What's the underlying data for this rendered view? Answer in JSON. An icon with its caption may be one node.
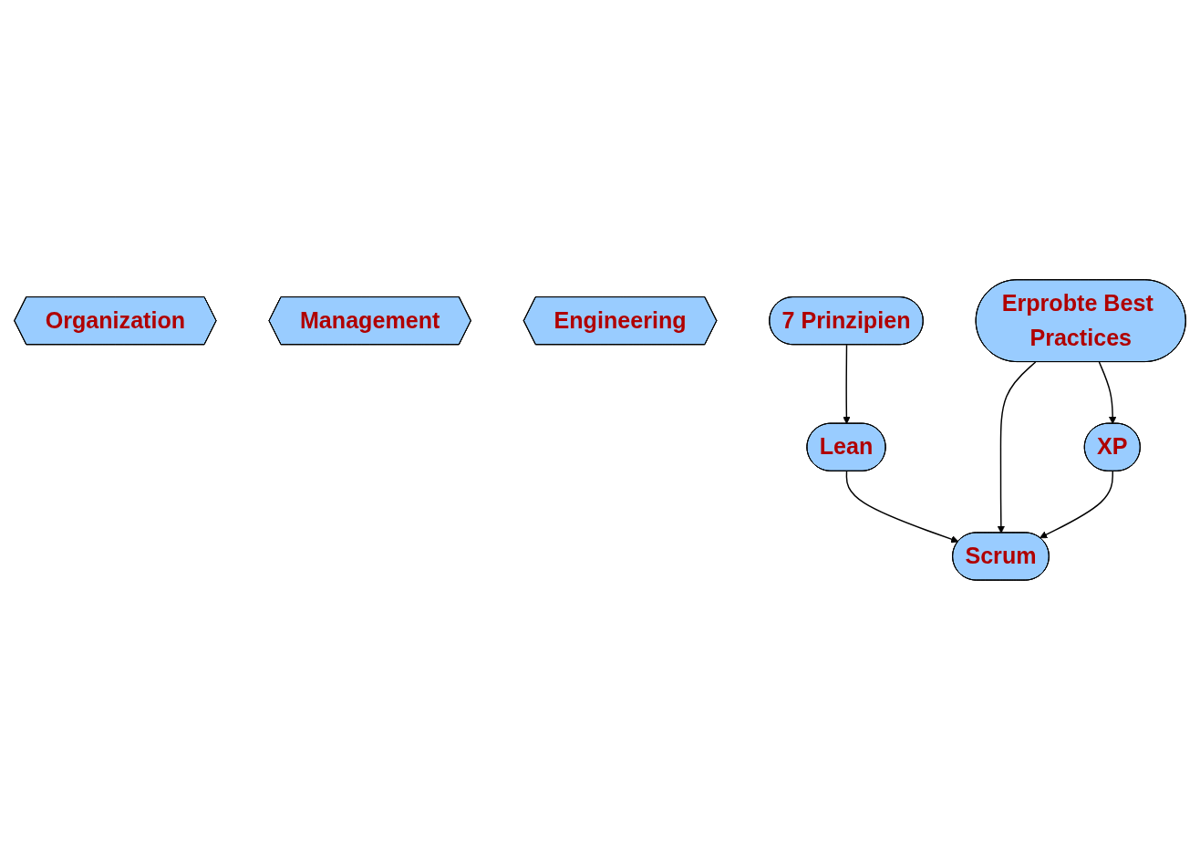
{
  "diagram": {
    "nodes": [
      {
        "text": [
          "Organization"
        ]
      },
      {
        "text": [
          "Management"
        ]
      },
      {
        "text": [
          "Engineering"
        ]
      },
      {
        "text": [
          "Lean"
        ]
      },
      {
        "text": [
          "7 Prinzipien"
        ]
      },
      {
        "text": [
          "Scrum"
        ]
      },
      {
        "text": [
          "Erprobte Best Practices"
        ]
      },
      {
        "text": [
          "XP"
        ]
      }
    ],
    "edges": [
      {
        "from": 4,
        "to": 3,
        "arrow": "to"
      },
      {
        "from": 3,
        "to": 5,
        "arrow": "to"
      },
      {
        "from": 6,
        "to": 5,
        "arrow": "to"
      },
      {
        "from": 6,
        "to": 7,
        "arrow": "to"
      },
      {
        "from": 7,
        "to": 5,
        "arrow": "to"
      }
    ]
  }
}
